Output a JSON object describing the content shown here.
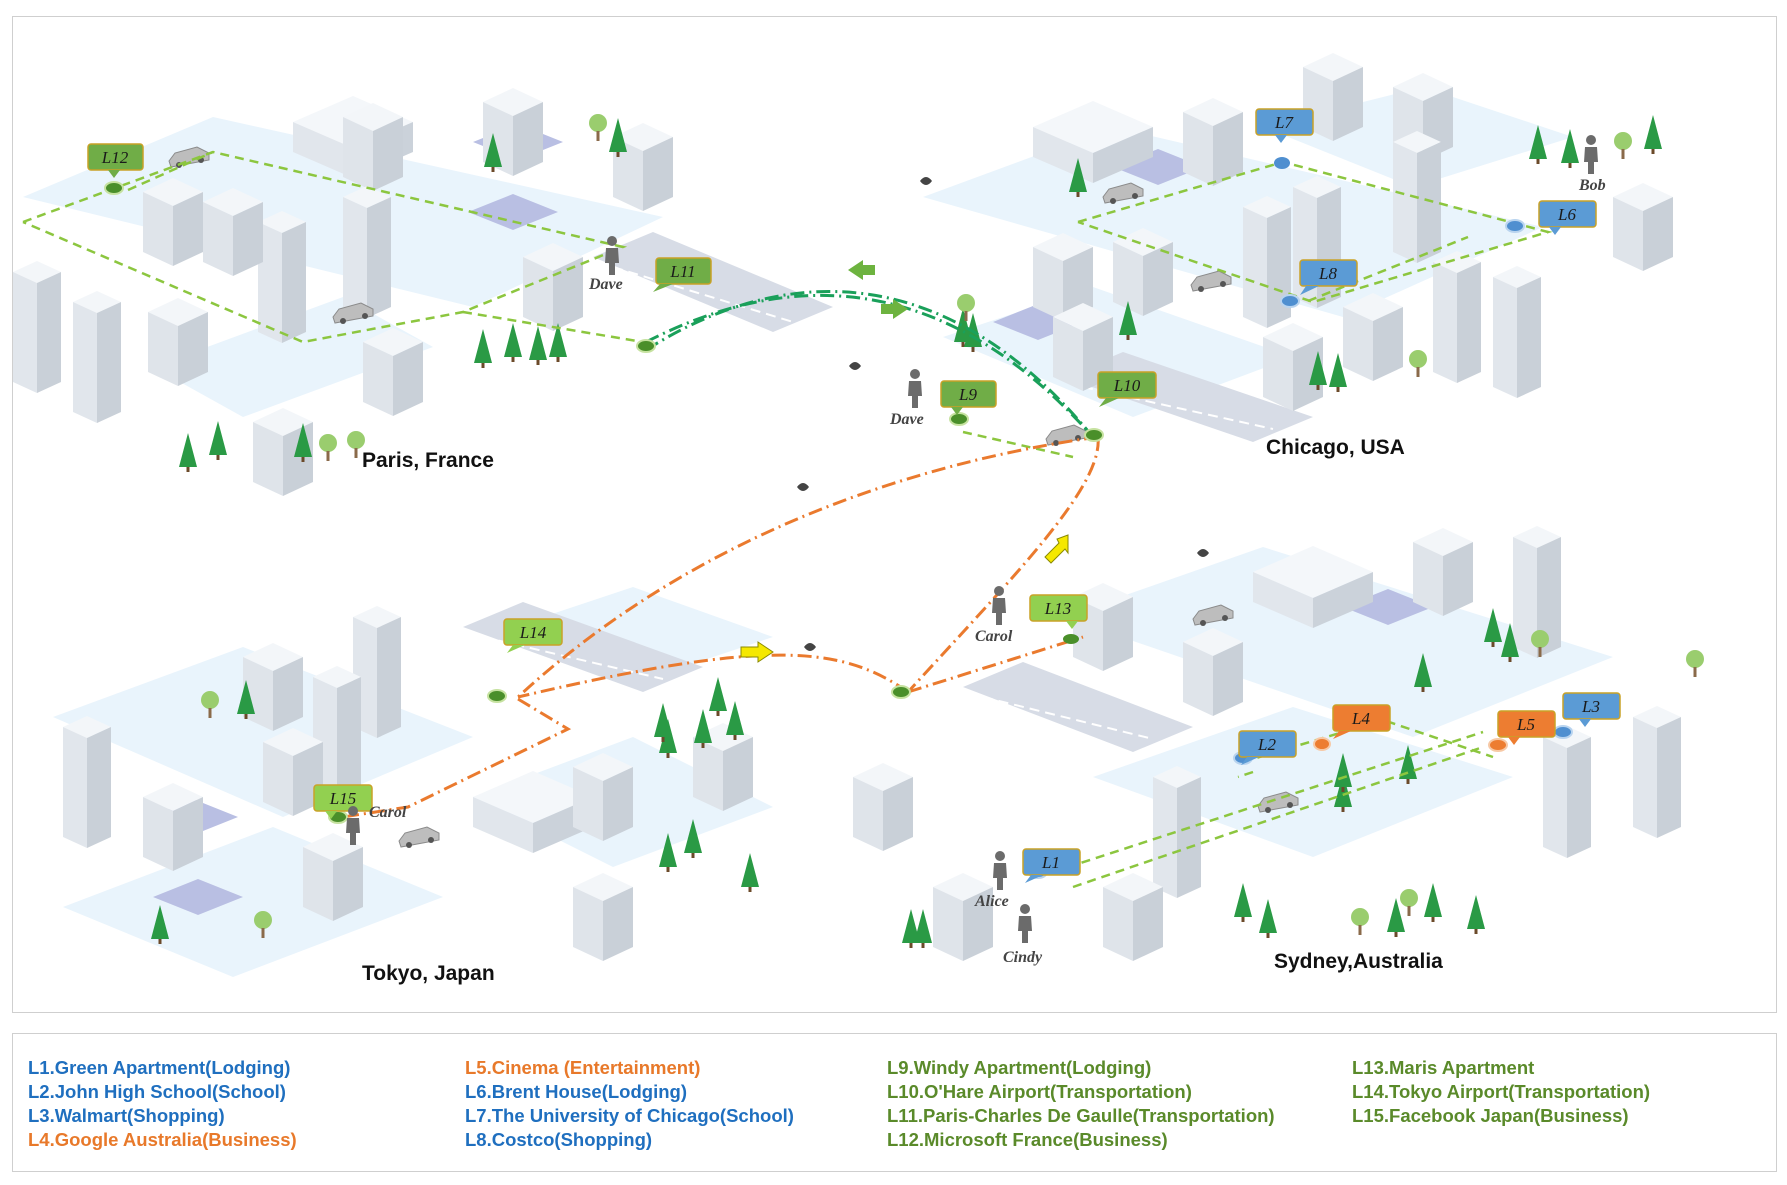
{
  "cities": [
    {
      "id": "paris",
      "label": "Paris, France"
    },
    {
      "id": "chicago",
      "label": "Chicago, USA"
    },
    {
      "id": "tokyo",
      "label": "Tokyo, Japan"
    },
    {
      "id": "sydney",
      "label": "Sydney,Australia"
    }
  ],
  "location_tags": [
    {
      "id": "L1",
      "label": "L1",
      "color": "#5b9bd5"
    },
    {
      "id": "L2",
      "label": "L2",
      "color": "#5b9bd5"
    },
    {
      "id": "L3",
      "label": "L3",
      "color": "#5b9bd5"
    },
    {
      "id": "L4",
      "label": "L4",
      "color": "#ed7d31"
    },
    {
      "id": "L5",
      "label": "L5",
      "color": "#ed7d31"
    },
    {
      "id": "L6",
      "label": "L6",
      "color": "#5b9bd5"
    },
    {
      "id": "L7",
      "label": "L7",
      "color": "#5b9bd5"
    },
    {
      "id": "L8",
      "label": "L8",
      "color": "#5b9bd5"
    },
    {
      "id": "L9",
      "label": "L9",
      "color": "#92d050"
    },
    {
      "id": "L10",
      "label": "L10",
      "color": "#92d050"
    },
    {
      "id": "L11",
      "label": "L11",
      "color": "#92d050"
    },
    {
      "id": "L12",
      "label": "L12",
      "color": "#70ad47"
    },
    {
      "id": "L13",
      "label": "L13",
      "color": "#92d050"
    },
    {
      "id": "L14",
      "label": "L14",
      "color": "#92d050"
    },
    {
      "id": "L15",
      "label": "L15",
      "color": "#92d050"
    }
  ],
  "people": {
    "dave_paris": "Dave",
    "dave_chicago": "Dave",
    "bob": "Bob",
    "carol_sydney": "Carol",
    "carol_tokyo": "Carol",
    "alice": "Alice",
    "cindy": "Cindy"
  },
  "legend": {
    "col1": [
      {
        "text": "L1.Green Apartment(Lodging)",
        "color": "blue"
      },
      {
        "text": "L2.John High School(School)",
        "color": "blue"
      },
      {
        "text": "L3.Walmart(Shopping)",
        "color": "blue"
      },
      {
        "text": "L4.Google Australia(Business)",
        "color": "orange"
      }
    ],
    "col2": [
      {
        "text": "L5.Cinema (Entertainment)",
        "color": "orange"
      },
      {
        "text": "L6.Brent House(Lodging)",
        "color": "blue"
      },
      {
        "text": "L7.The University of Chicago(School)",
        "color": "blue"
      },
      {
        "text": "L8.Costco(Shopping)",
        "color": "blue"
      }
    ],
    "col3": [
      {
        "text": "L9.Windy Apartment(Lodging)",
        "color": "green"
      },
      {
        "text": "L10.O'Hare Airport(Transportation)",
        "color": "green"
      },
      {
        "text": "L11.Paris-Charles De Gaulle(Transportation)",
        "color": "green"
      },
      {
        "text": "L12.Microsoft France(Business)",
        "color": "green"
      }
    ],
    "col4": [
      {
        "text": "L13.Maris Apartment",
        "color": "green"
      },
      {
        "text": "L14.Tokyo Airport(Transportation)",
        "color": "green"
      },
      {
        "text": "L15.Facebook Japan(Business)",
        "color": "green"
      }
    ]
  },
  "colors": {
    "blue_text": "#1f6fbf",
    "orange_text": "#e8792a",
    "green_text": "#5a8a2a",
    "route_green": "#1aa05a",
    "route_orange": "#ea7a2e",
    "dashed_green": "#8cc63f"
  }
}
